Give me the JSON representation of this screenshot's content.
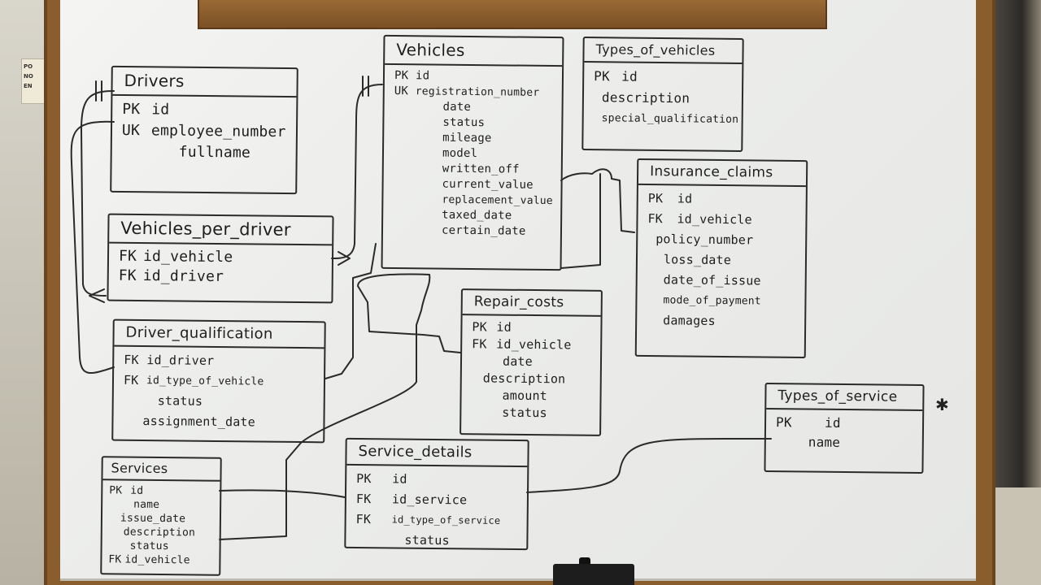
{
  "note": {
    "lines": [
      "PO",
      "NO",
      "EN"
    ]
  },
  "tables": {
    "drivers": {
      "title": "Drivers",
      "rows": [
        {
          "key": "PK",
          "field": "id"
        },
        {
          "key": "UK",
          "field": "employee_number"
        },
        {
          "key": "",
          "field": "fullname"
        }
      ]
    },
    "vehicles": {
      "title": "Vehicles",
      "rows": [
        {
          "key": "PK",
          "field": "id"
        },
        {
          "key": "UK",
          "field": "registration_number"
        },
        {
          "key": "",
          "field": "date"
        },
        {
          "key": "",
          "field": "status"
        },
        {
          "key": "",
          "field": "mileage"
        },
        {
          "key": "",
          "field": "model"
        },
        {
          "key": "",
          "field": "written_off"
        },
        {
          "key": "",
          "field": "current_value"
        },
        {
          "key": "",
          "field": "replacement_value"
        },
        {
          "key": "",
          "field": "taxed_date"
        },
        {
          "key": "",
          "field": "certain_date"
        }
      ]
    },
    "types_of_vehicles": {
      "title": "Types_of_vehicles",
      "rows": [
        {
          "key": "PK",
          "field": "id"
        },
        {
          "key": "",
          "field": "description"
        },
        {
          "key": "",
          "field": "special_qualification"
        }
      ]
    },
    "insurance_claims": {
      "title": "Insurance_claims",
      "rows": [
        {
          "key": "PK",
          "field": "id"
        },
        {
          "key": "FK",
          "field": "id_vehicle"
        },
        {
          "key": "",
          "field": "policy_number"
        },
        {
          "key": "",
          "field": "loss_date"
        },
        {
          "key": "",
          "field": "date_of_issue"
        },
        {
          "key": "",
          "field": "mode_of_payment"
        },
        {
          "key": "",
          "field": "damages"
        }
      ]
    },
    "vehicles_per_driver": {
      "title": "Vehicles_per_driver",
      "rows": [
        {
          "key": "FK",
          "field": "id_vehicle"
        },
        {
          "key": "FK",
          "field": "id_driver"
        }
      ]
    },
    "driver_qualification": {
      "title": "Driver_qualification",
      "rows": [
        {
          "key": "FK",
          "field": "id_driver"
        },
        {
          "key": "FK",
          "field": "id_type_of_vehicle"
        },
        {
          "key": "",
          "field": "status"
        },
        {
          "key": "",
          "field": "assignment_date"
        }
      ]
    },
    "repair_costs": {
      "title": "Repair_costs",
      "rows": [
        {
          "key": "PK",
          "field": "id"
        },
        {
          "key": "FK",
          "field": "id_vehicle"
        },
        {
          "key": "",
          "field": "date"
        },
        {
          "key": "",
          "field": "description"
        },
        {
          "key": "",
          "field": "amount"
        },
        {
          "key": "",
          "field": "status"
        }
      ]
    },
    "types_of_service": {
      "title": "Types_of_service",
      "rows": [
        {
          "key": "PK",
          "field": "id"
        },
        {
          "key": "",
          "field": "name"
        }
      ]
    },
    "services": {
      "title": "Services",
      "rows": [
        {
          "key": "PK",
          "field": "id"
        },
        {
          "key": "",
          "field": "name"
        },
        {
          "key": "",
          "field": "issue_date"
        },
        {
          "key": "",
          "field": "description"
        },
        {
          "key": "",
          "field": "status"
        },
        {
          "key": "FK",
          "field": "id_vehicle"
        }
      ]
    },
    "service_details": {
      "title": "Service_details",
      "rows": [
        {
          "key": "PK",
          "field": "id"
        },
        {
          "key": "FK",
          "field": "id_service"
        },
        {
          "key": "FK",
          "field": "id_type_of_service"
        },
        {
          "key": "",
          "field": "status"
        }
      ]
    }
  }
}
